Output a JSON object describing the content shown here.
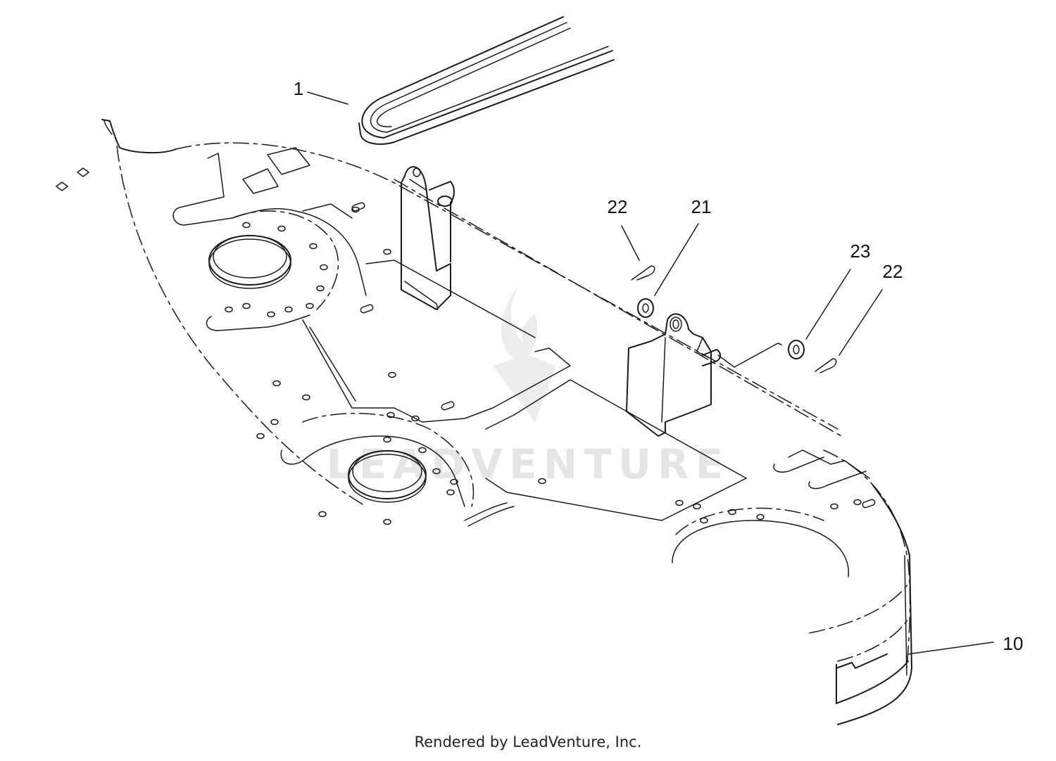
{
  "diagram": {
    "callouts": [
      {
        "id": "c1",
        "label": "1"
      },
      {
        "id": "c22a",
        "label": "22"
      },
      {
        "id": "c21",
        "label": "21"
      },
      {
        "id": "c23",
        "label": "23"
      },
      {
        "id": "c22b",
        "label": "22"
      },
      {
        "id": "c10",
        "label": "10"
      }
    ],
    "watermark": "LEADVENTURE",
    "footer": "Rendered by LeadVenture, Inc."
  },
  "colors": {
    "line": "#1a1a1a",
    "watermark": "#e5e5e5",
    "background": "#ffffff"
  }
}
